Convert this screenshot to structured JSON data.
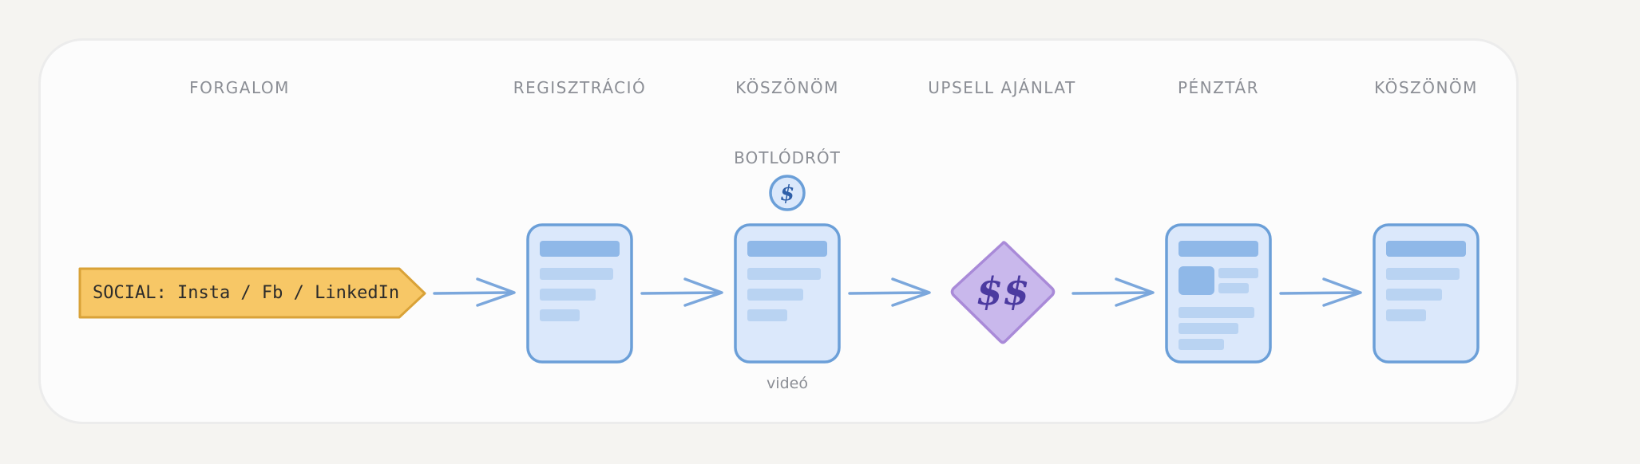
{
  "columns": {
    "traffic": "FORGALOM",
    "registration": "REGISZTRÁCIÓ",
    "thanks_1": "KÖSZÖNÖM",
    "upsell": "UPSELL AJÁNLAT",
    "checkout": "PÉNZTÁR",
    "thanks_2": "KÖSZÖNÖM"
  },
  "tripwire_label": "BOTLÓDRÓT",
  "video_label": "videó",
  "source_tag": "SOCIAL: Insta / Fb / LinkedIn",
  "coin_symbol": "$",
  "upsell_symbol": "$$",
  "colors": {
    "page_bg": "#f5f4f1",
    "frame_bg": "#fcfcfc",
    "label_gray": "#8b8e95",
    "page_fill": "#dbe8fb",
    "page_stroke": "#6b9fd8",
    "bar_dark": "#8fb8e8",
    "bar_light": "#b9d3f2",
    "arrow": "#7ba7dc",
    "tag_fill": "#f7c766",
    "tag_stroke": "#d9a238",
    "diamond_fill": "#c9b8ec",
    "diamond_stroke": "#a98ad8",
    "dollar_color": "#4b3aa0"
  }
}
